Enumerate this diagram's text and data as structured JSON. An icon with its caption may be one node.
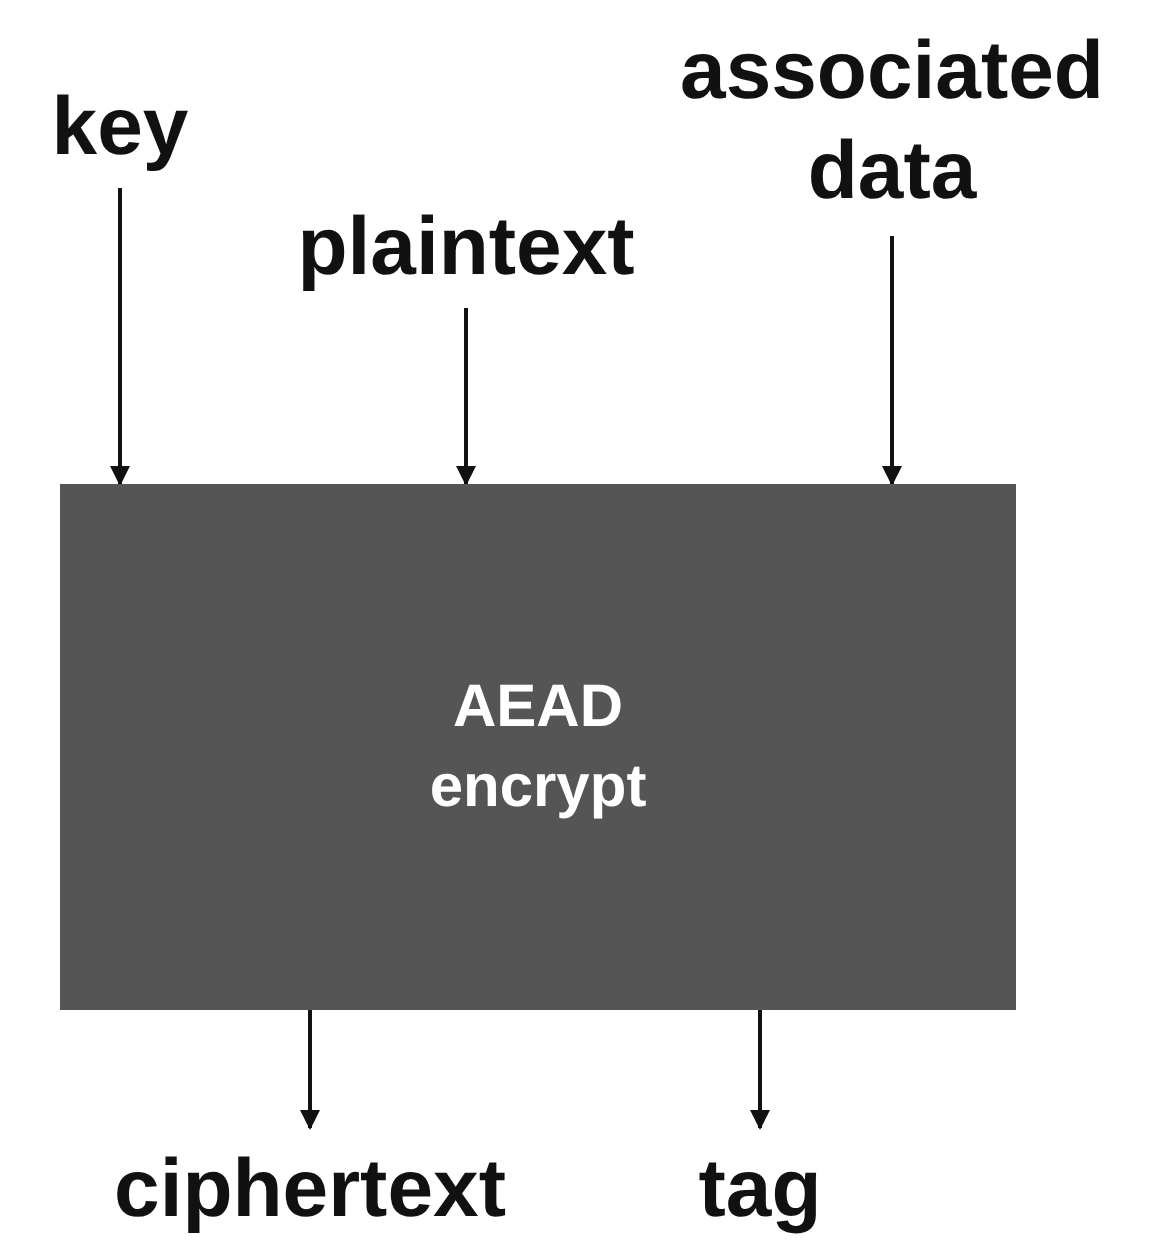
{
  "diagram": {
    "nodes": [
      {
        "text": [
          "key"
        ]
      },
      {
        "text": [
          "plaintext"
        ]
      },
      {
        "text": [
          "associated data"
        ]
      },
      {
        "text": [
          "AEAD encrypt"
        ]
      },
      {
        "text": [
          "ciphertext"
        ]
      },
      {
        "text": [
          "tag"
        ]
      }
    ],
    "edges": [
      {
        "from": 0,
        "to": 3,
        "arrow": "to"
      },
      {
        "from": 1,
        "to": 3,
        "arrow": "to"
      },
      {
        "from": 2,
        "to": 3,
        "arrow": "to"
      },
      {
        "from": 3,
        "to": 4,
        "arrow": "to"
      },
      {
        "from": 3,
        "to": 5,
        "arrow": "to"
      }
    ]
  }
}
